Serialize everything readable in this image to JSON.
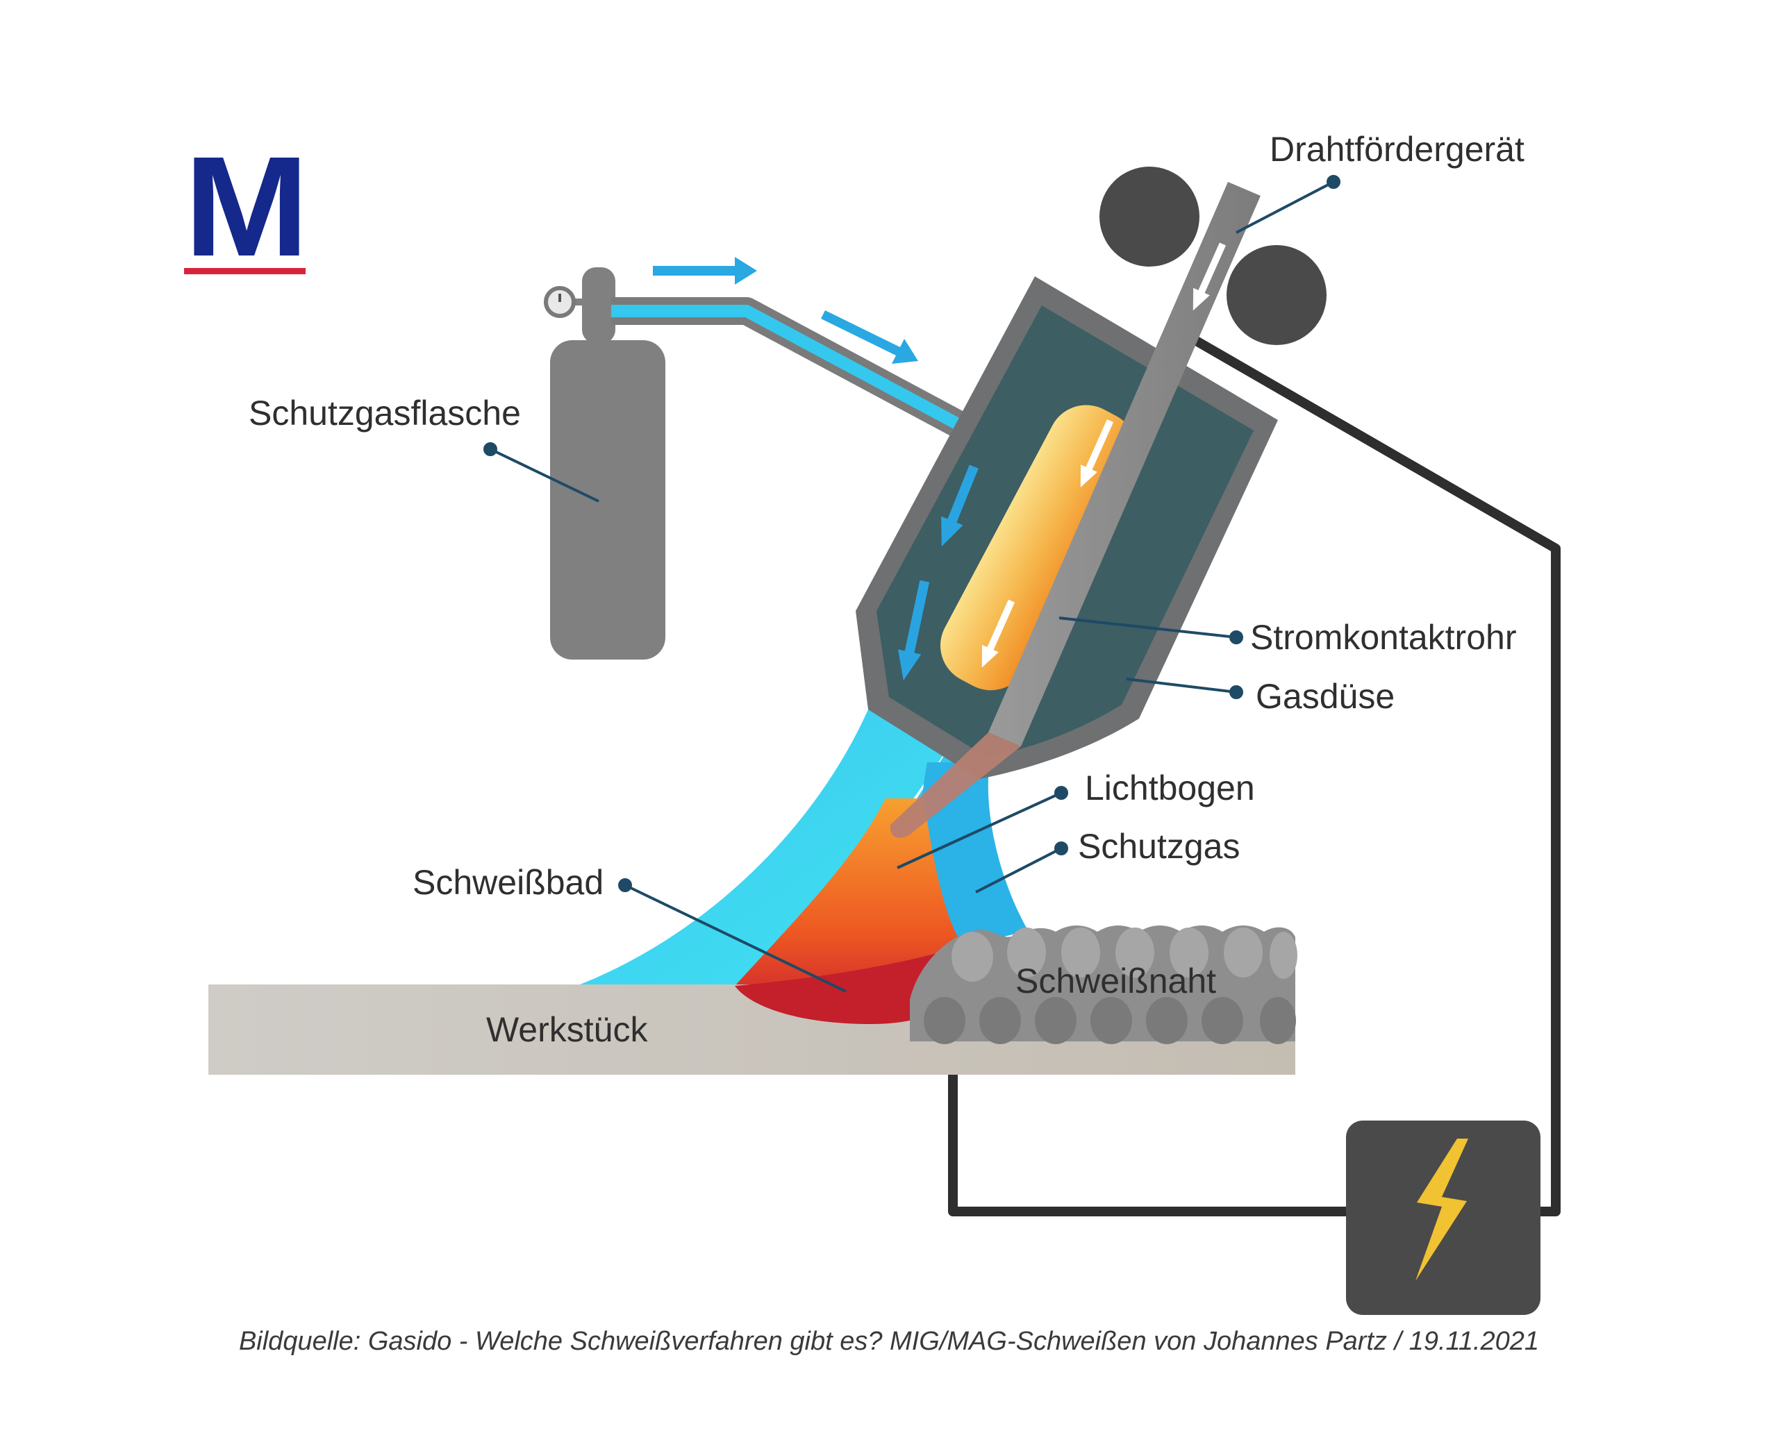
{
  "logo": {
    "letter": "M",
    "color_primary": "#15288c",
    "color_accent": "#d8243a"
  },
  "labels": {
    "drahtfoerdergeraet": "Drahtfördergerät",
    "schutzgasflasche": "Schutzgasflasche",
    "stromkontaktrohr": "Stromkontaktrohr",
    "gasduese": "Gasdüse",
    "lichtbogen": "Lichtbogen",
    "schutzgas": "Schutzgas",
    "schweissbad": "Schweißbad",
    "schweissnaht": "Schweißnaht",
    "werkstueck": "Werkstück"
  },
  "caption": "Bildquelle: Gasido - Welche Schweißverfahren gibt es? MIG/MAG-Schweißen von Johannes Partz / 19.11.2021",
  "colors": {
    "gas": "#29b6f0",
    "gas_light": "#3fd8f5",
    "nozzle": "#3d5e63",
    "nozzle_border": "#6e7072",
    "contact_tube": "#f5a742",
    "wire": "#8a8a8a",
    "bottle": "#808080",
    "cable": "#2e2e2e",
    "power_box": "#4a4a4a",
    "lightning": "#f1c232",
    "weld_pool": "#c3202b",
    "arc": "#f07a22",
    "workpiece": "#c8c4bd",
    "weld_seam": "#8e8e8e",
    "leader": "#1e4a66"
  },
  "icons": [
    "pressure-gauge-icon",
    "lightning-icon",
    "flow-arrow-icon"
  ]
}
